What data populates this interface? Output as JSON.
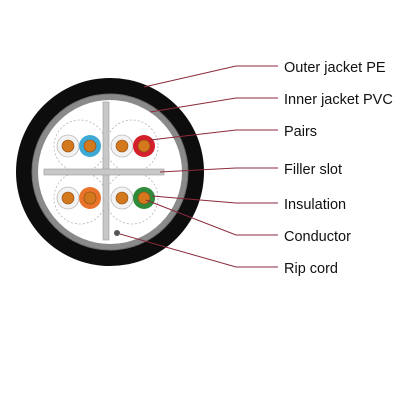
{
  "labels": {
    "outer_jacket": "Outer jacket PE",
    "inner_jacket": "Inner jacket PVC",
    "pairs": "Pairs",
    "filler_slot": "Filler slot",
    "insulation": "Insulation",
    "conductor": "Conductor",
    "rip_cord": "Rip cord"
  },
  "colors": {
    "outer_jacket": "#0d0d0d",
    "inner_jacket": "#8c8c8c",
    "core": "#ffffff",
    "filler": "#c8c8c8",
    "leader_line": "#8b2a3c",
    "conductor": "#d4781e",
    "pair_blue": "#3fa9d6",
    "pair_orange": "#e9732a",
    "pair_green": "#2e8b3a",
    "pair_brown": "#c94a1f",
    "pair_red": "#d4202a",
    "white_stripe": "#f2f2f2",
    "rip_cord": "#555555"
  }
}
